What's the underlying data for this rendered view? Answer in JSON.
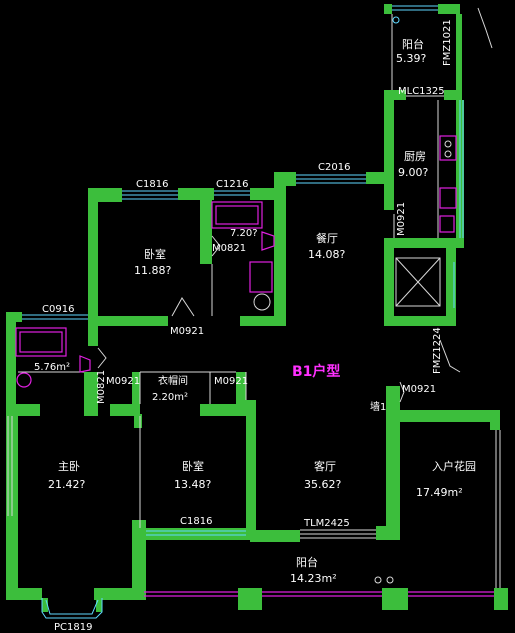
{
  "plan_title": "B1户型",
  "rooms": {
    "balcony_top": {
      "name": "阳台",
      "area": "5.39?"
    },
    "kitchen": {
      "name": "厨房",
      "area": "9.00?"
    },
    "bedroom_top": {
      "name": "卧室",
      "area": "11.88?"
    },
    "bath_top": {
      "area": "7.20?"
    },
    "dining": {
      "name": "餐厅",
      "area": "14.08?"
    },
    "bath_left": {
      "area": "5.76m²"
    },
    "closet": {
      "name": "衣帽间",
      "area": "2.20m²"
    },
    "master": {
      "name": "主卧",
      "area": "21.42?"
    },
    "bedroom_mid": {
      "name": "卧室",
      "area": "13.48?"
    },
    "living": {
      "name": "客厅",
      "area": "35.62?"
    },
    "garden": {
      "name": "入户花园",
      "area": "17.49m²"
    },
    "balcony_bottom": {
      "name": "阳台",
      "area": "14.23m²"
    }
  },
  "codes": {
    "fmz1021": "FMZ1021",
    "mlc1325": "MLC1325",
    "c2016": "C2016",
    "c1816_top": "C1816",
    "c1216": "C1216",
    "m0821_top": "M0821",
    "m0921_kitchen": "M0921",
    "m0921_bed": "M0921",
    "c0916": "C0916",
    "m0821_left": "M0821",
    "m0921_closet_l": "M0921",
    "m0921_closet_r": "M0921",
    "fmz1224": "FMZ1224",
    "m0921_garden": "M0921",
    "c1816_mid": "C1816",
    "tlm2425": "TLM2425",
    "pc1819": "PC1819",
    "wall_mark": "墙1"
  }
}
